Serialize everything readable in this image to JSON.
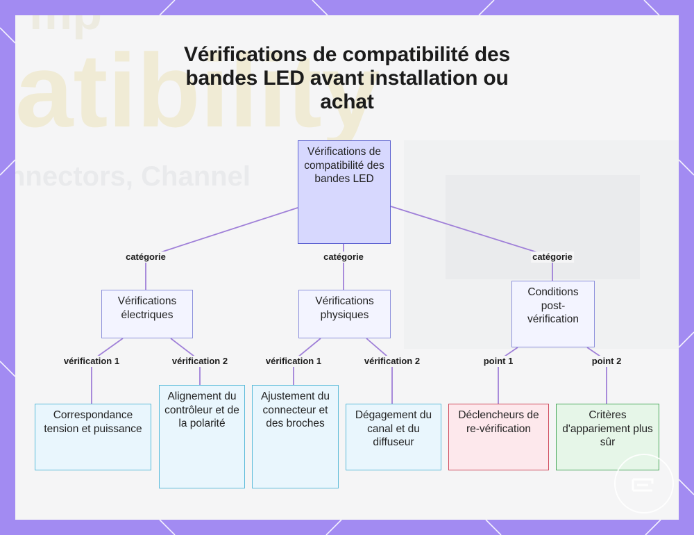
{
  "title": "Vérifications de compatibilité des bandes LED avant installation ou achat",
  "colors": {
    "frame": "#a28bf2",
    "edge": "#9f7fd8",
    "root_fill": "#d7d8fe",
    "category_fill": "#f3f4ff",
    "leaf_fill": "#e9f6fd",
    "red_fill": "#fde8ec",
    "green_fill": "#e6f6e8"
  },
  "background_text": [
    "mp",
    "atibility",
    "nnectors, Channel"
  ],
  "root": {
    "label": "Vérifications de compatibilité des bandes LED"
  },
  "categories": [
    {
      "edge_label": "catégorie",
      "label": "Vérifications électriques",
      "children": [
        {
          "edge_label": "vérification 1",
          "label": "Correspondance tension et puissance"
        },
        {
          "edge_label": "vérification 2",
          "label": "Alignement du contrôleur et de la polarité"
        }
      ]
    },
    {
      "edge_label": "catégorie",
      "label": "Vérifications physiques",
      "children": [
        {
          "edge_label": "vérification 1",
          "label": "Ajustement du connecteur et des broches"
        },
        {
          "edge_label": "vérification 2",
          "label": "Dégagement du canal et du diffuseur"
        }
      ]
    },
    {
      "edge_label": "catégorie",
      "label": "Conditions post-vérification",
      "children": [
        {
          "edge_label": "point 1",
          "label": "Déclencheurs de re-vérification"
        },
        {
          "edge_label": "point 2",
          "label": "Critères d'appariement plus sûr"
        }
      ]
    }
  ],
  "icons": {
    "logo": "watermark-logo-icon"
  }
}
